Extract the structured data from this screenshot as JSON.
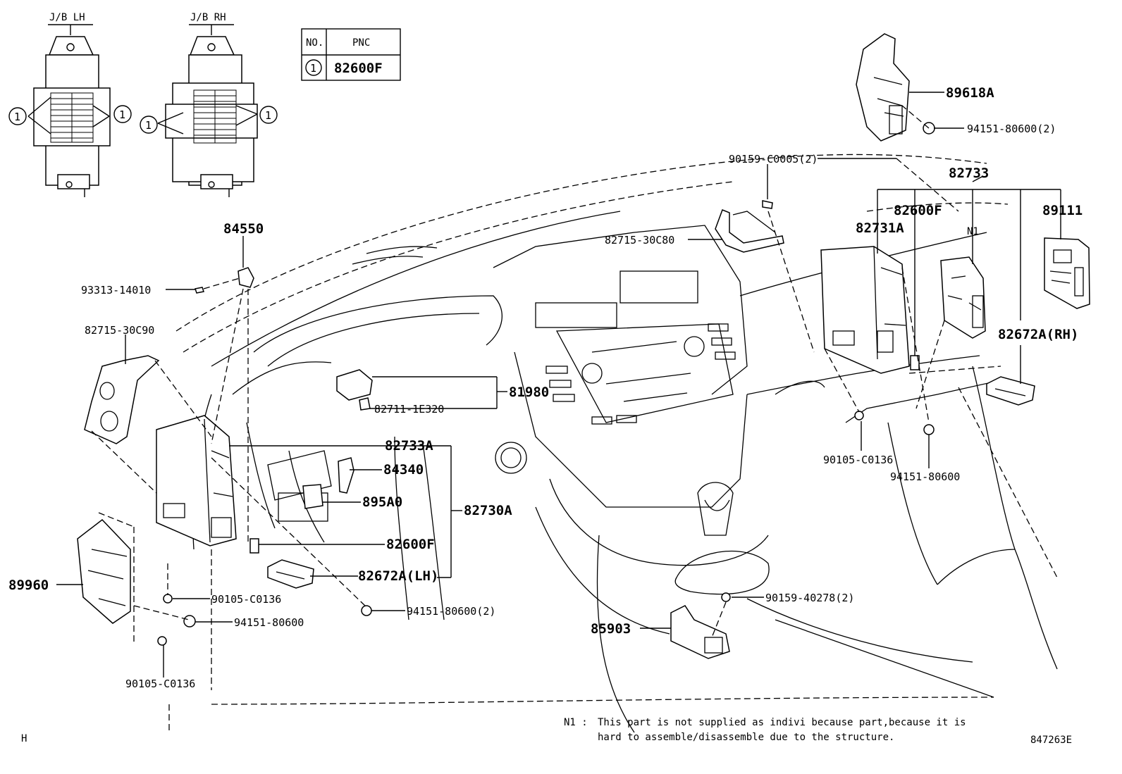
{
  "junction_blocks": {
    "left_title": "J/B LH",
    "right_title": "J/B RH",
    "marker": "1"
  },
  "pnc_table": {
    "col_no": "NO.",
    "col_pnc": "PNC",
    "row_no": "1",
    "row_pnc": "82600F"
  },
  "part_labels": {
    "p89618A": "89618A",
    "p94151_80600_2_top": "94151-80600(2)",
    "p90159_C0005_2": "90159-C0005(2)",
    "p82733": "82733",
    "p82600F_top": "82600F",
    "p89111": "89111",
    "p82731A": "82731A",
    "pN1": "N1",
    "p82715_30C80": "82715-30C80",
    "p84550": "84550",
    "p93313_14010": "93313-14010",
    "p82715_30C90": "82715-30C90",
    "p82672A_RH": "82672A(RH)",
    "p81980": "81980",
    "p82711_1E320": "82711-1E320",
    "p90105_C0136_right": "90105-C0136",
    "p94151_80600_right": "94151-80600",
    "p82733A": "82733A",
    "p84340": "84340",
    "p895A0": "895A0",
    "p82730A": "82730A",
    "p82600F_lower": "82600F",
    "p82672A_LH": "82672A(LH)",
    "p89960": "89960",
    "p90105_C0136_mid": "90105-C0136",
    "p94151_80600_mid": "94151-80600",
    "p94151_80600_2_mid": "94151-80600(2)",
    "p90159_40278_2": "90159-40278(2)",
    "p85903": "85903",
    "p90105_C0136_bottom": "90105-C0136"
  },
  "footnote": {
    "marker": "N1 :",
    "line1": "This part is not supplied as indivi because part,because it is",
    "line2": "hard to assemble/disassemble due to the structure."
  },
  "corner_left": "H",
  "corner_right": "847263E"
}
